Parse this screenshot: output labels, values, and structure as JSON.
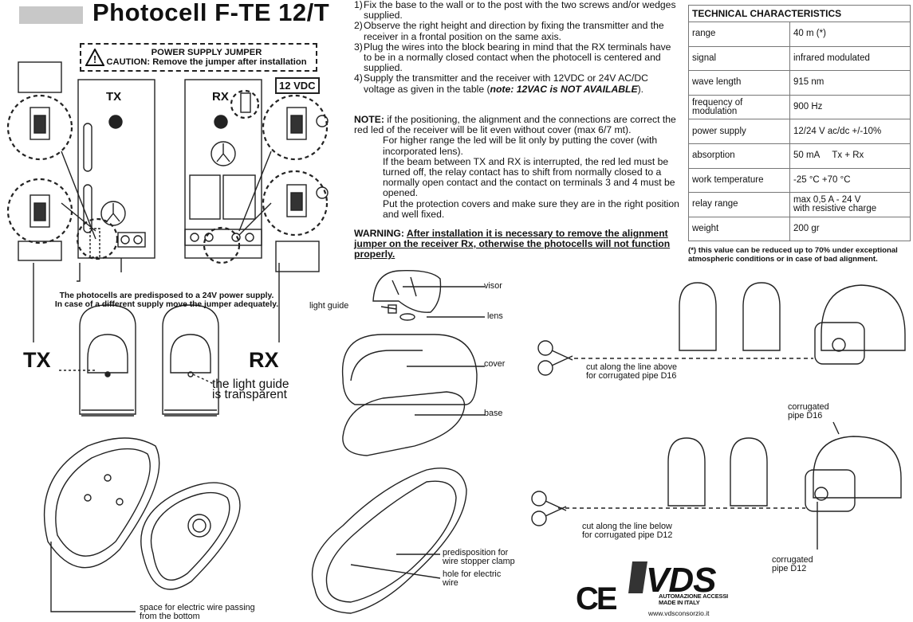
{
  "title": "Photocell F-TE 12/T",
  "instructions": [
    {
      "n": "1)",
      "text": "Fix the base to the wall or to the post with the two screws and/or wedges supplied."
    },
    {
      "n": "2)",
      "text": "Observe the right height and direction by fixing the transmitter and the receiver in a frontal position on the same axis."
    },
    {
      "n": "3)",
      "text": "Plug the wires into the block bearing in mind that the RX terminals have to be in a normally closed contact when the photocell is centered and supplied."
    },
    {
      "n": "4)",
      "text_pre": "Supply the transmitter and the receiver with 12VDC or 24V AC/DC voltage as given in the table (",
      "text_em": "note: 12VAC is NOT AVAILABLE",
      "text_post": ")."
    }
  ],
  "note": {
    "label": "NOTE:",
    "first": "if the positioning, the alignment and the connections are correct the red led of the receiver will be lit even without cover (max 6/7 mt).",
    "p2": "For higher range the led will be lit only by putting the cover (with incorporated lens).",
    "p3": "If the beam between TX and RX is interrupted, the red led must be turned off, the relay contact has to shift from normally closed to a normally open contact and the contact on terminals 3 and 4 must be opened.",
    "p4": "Put the protection covers and make sure they are in the right position and well fixed."
  },
  "warning": {
    "label": "WARNING:",
    "text": "After installation it is necessary to remove the alignment jumper on the receiver Rx, otherwise the photocells will not function properly."
  },
  "tech": {
    "header": "TECHNICAL CHARACTERISTICS",
    "rows": [
      {
        "k": "range",
        "v": "40 m (*)"
      },
      {
        "k": "signal",
        "v": "infrared modulated"
      },
      {
        "k": "wave length",
        "v": "915 nm"
      },
      {
        "k": "frequency of modulation",
        "v": "900 Hz"
      },
      {
        "k": "power supply",
        "v": "12/24 V ac/dc +/-10%"
      },
      {
        "k": "absorption",
        "v": "50 mA     Tx + Rx"
      },
      {
        "k": "work temperature",
        "v": "-25 °C +70 °C"
      },
      {
        "k": "relay range",
        "v": "max 0,5 A - 24 V",
        "v2": "with resistive charge"
      },
      {
        "k": "weight",
        "v": "200 gr"
      }
    ],
    "footnote": "(*) this value can be reduced up to 70% under exceptional atmospheric conditions or in case of bad alignment."
  },
  "jumper": {
    "line1": "POWER SUPPLY JUMPER",
    "line2": "CAUTION: Remove the jumper after installation"
  },
  "board": {
    "tx": "TX",
    "rx": "RX",
    "vdc": "12 VDC"
  },
  "predisposed": {
    "line1": "The photocells are predisposed to a 24V power supply.",
    "line2": "In case of a different supply move the jumper adequately."
  },
  "big_labels": {
    "tx": "TX",
    "rx": "RX"
  },
  "light_guide_note": {
    "line1": "the light guide",
    "line2": "is transparent"
  },
  "parts": {
    "visor": "visor",
    "light_guide": "light guide",
    "lens": "lens",
    "cover": "cover",
    "base": "base"
  },
  "base_labels": {
    "pred1": "predisposition for",
    "pred2": "wire stopper clamp",
    "hole1": "hole for electric",
    "hole2": "wire",
    "space1": "space for electric wire passing",
    "space2": "from the bottom"
  },
  "cut": {
    "above1": "cut along the line above",
    "above2": "for corrugated pipe D16",
    "below1": "cut along the line below",
    "below2": "for corrugated pipe D12",
    "pipe16a": "corrugated",
    "pipe16b": "pipe D16",
    "pipe12a": "corrugated",
    "pipe12b": "pipe D12"
  },
  "logo": {
    "ce": "CE",
    "vds": "VDS",
    "sub1": "AUTOMAZIONE ACCESSI",
    "sub2": "MADE IN ITALY",
    "url": "www.vdsconsorzio.it"
  }
}
